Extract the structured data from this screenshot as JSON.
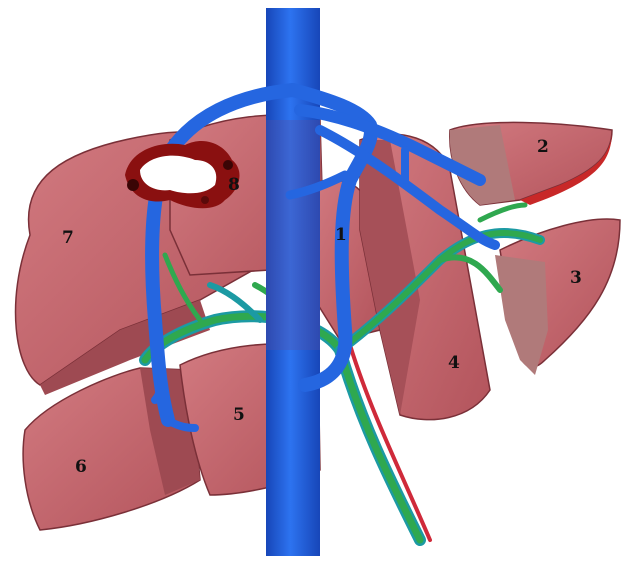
{
  "segments": [
    {
      "label": "1"
    },
    {
      "label": "2"
    },
    {
      "label": "3"
    },
    {
      "label": "4"
    },
    {
      "label": "5"
    },
    {
      "label": "6"
    },
    {
      "label": "7"
    },
    {
      "label": "8"
    }
  ],
  "colors": {
    "liver": "#c4636a",
    "liver_dark": "#9e4a52",
    "liver_cut": "#b07a7a",
    "vein": "#1f5fd6",
    "portal": "#2fa84f",
    "artery": "#cf2a3a",
    "bile": "#1c9aa3",
    "tumor": "#8a1010"
  },
  "icons": [
    "inferior-vena-cava",
    "hepatic-veins",
    "portal-vein",
    "hepatic-artery",
    "bile-duct",
    "tumor-lesion"
  ]
}
